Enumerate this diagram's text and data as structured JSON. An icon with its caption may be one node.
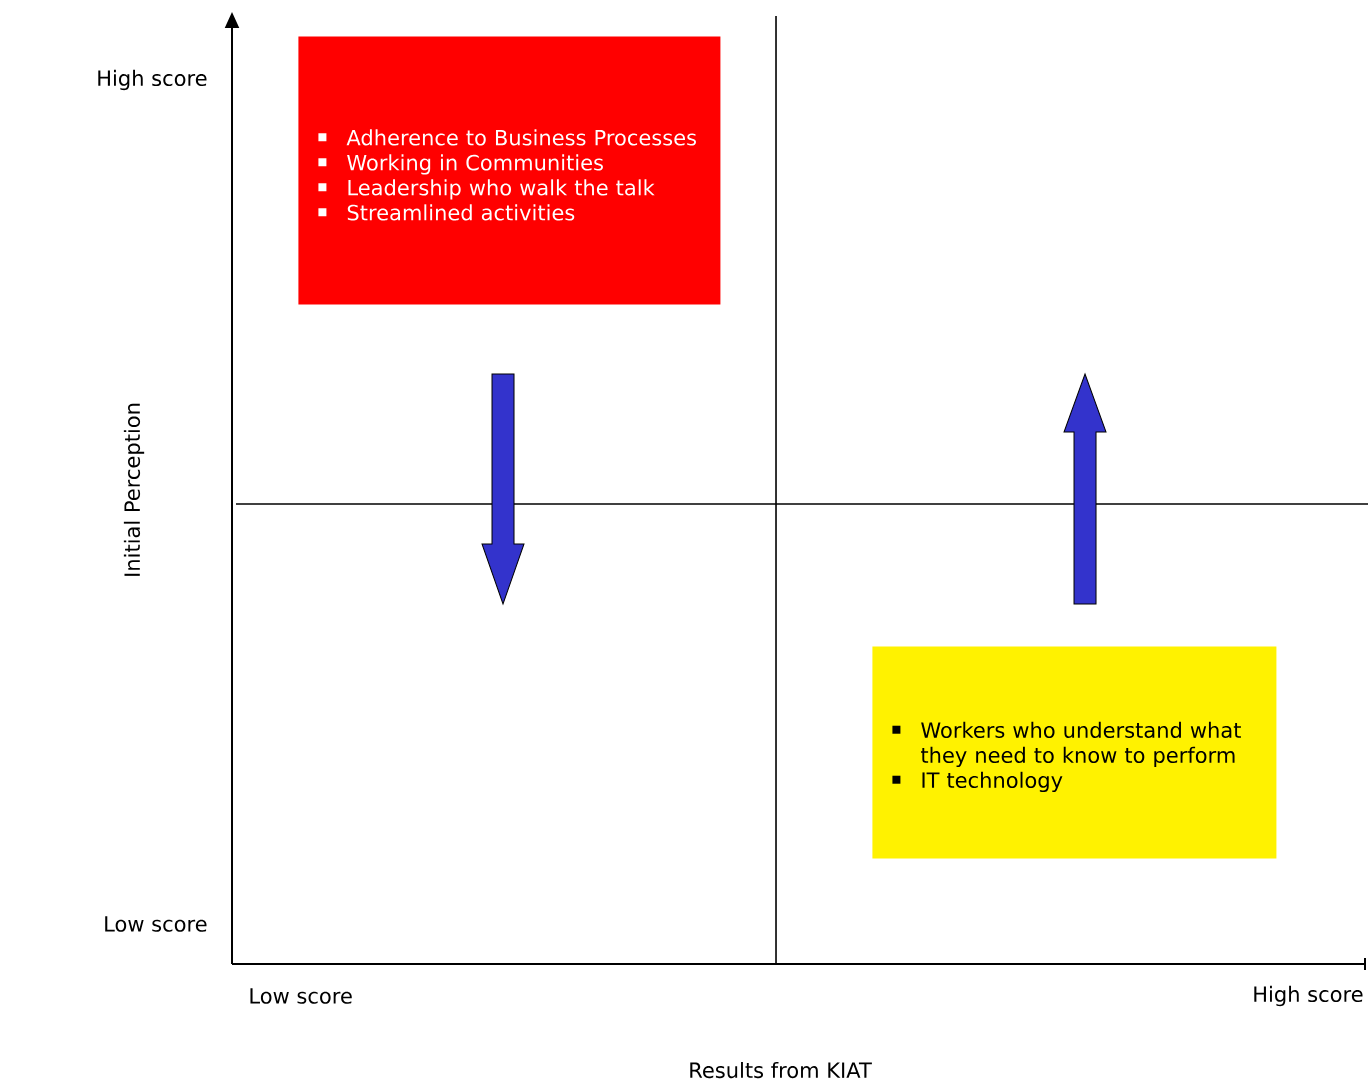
{
  "diagram": {
    "nodes": [
      {
        "text": [
          "Adherence to Business Processes",
          "Working in Communities",
          "Leadership who walk the talk",
          "Streamlined activities"
        ]
      },
      {
        "text": [
          "Workers who understand what they need to know to perform",
          "IT technology"
        ]
      }
    ],
    "edges": [],
    "labels": [
      "High score",
      "Initial Perception",
      "Low score",
      "Low score",
      "High score",
      "Results from KIAT"
    ]
  }
}
